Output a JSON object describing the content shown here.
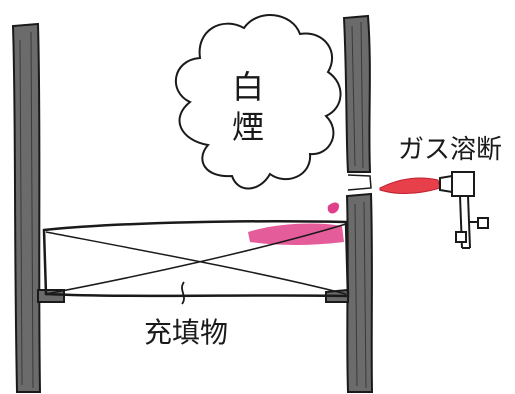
{
  "labels": {
    "smoke_char_1": "白",
    "smoke_char_2": "煙",
    "gas_cutting": "ガス溶断",
    "filler": "充填物"
  },
  "colors": {
    "ink": "#1a1a1a",
    "pillar_fill": "#6b6b6b",
    "heat_pink": "#e0408a",
    "flame_red": "#e8404a",
    "paper": "#ffffff"
  },
  "icons": {
    "torch": "gas-torch-icon",
    "flame": "flame-icon",
    "smoke": "smoke-cloud-icon"
  }
}
